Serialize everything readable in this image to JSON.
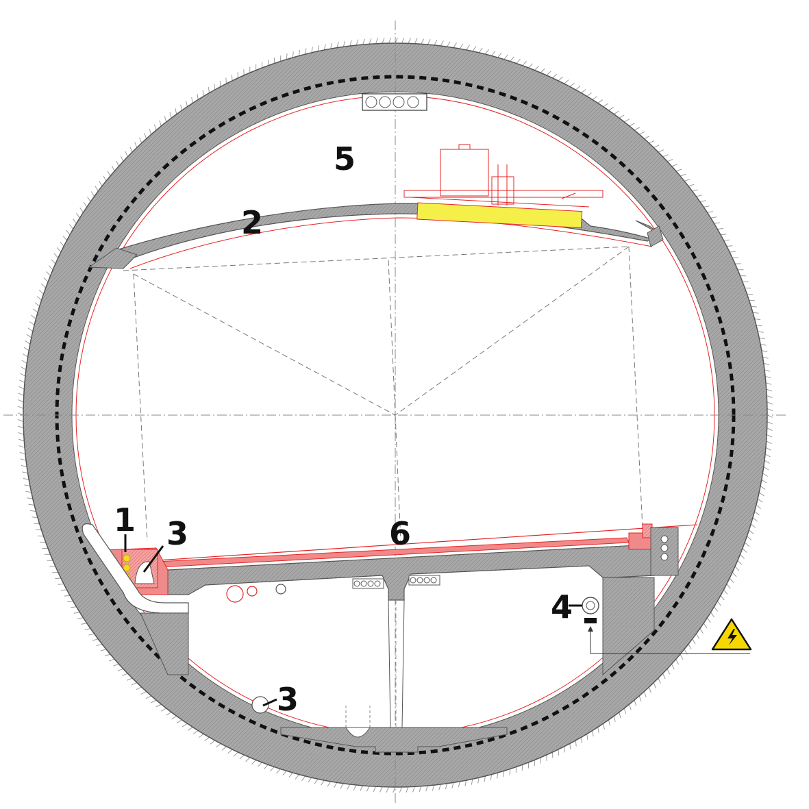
{
  "diagram": {
    "kind": "tunnel cross-section",
    "callouts": {
      "c1": "1",
      "c2": "2",
      "c3_left": "3",
      "c3_bottom": "3",
      "c4": "4",
      "c5": "5",
      "c6": "6"
    },
    "warning_icon": "high-voltage-warning-icon",
    "colors": {
      "concrete": "#a9a9a9",
      "concrete_edge": "#555555",
      "fire_protection_red": "#f08a8a",
      "red_line": "#e52424",
      "yellow_fill": "#f5ef4a",
      "cable_yellow": "#f2dc1e",
      "warning_yellow": "#f6d800",
      "axis_dash": "#888888"
    }
  }
}
